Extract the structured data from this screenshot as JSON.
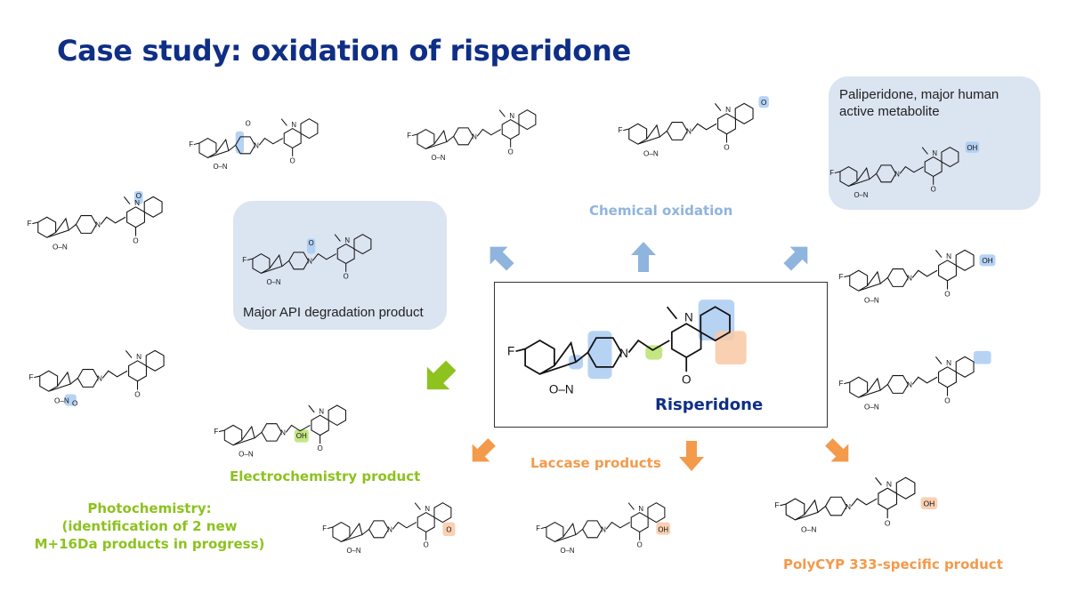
{
  "title": "Case study: oxidation of risperidone",
  "labels": {
    "chemical_oxidation": "Chemical oxidation",
    "laccase_products": "Laccase products",
    "electrochemistry_product": "Electrochemistry product",
    "photochemistry": [
      "Photochemistry:",
      "(identification of 2 new",
      "M+16Da products in progress)"
    ],
    "polycyp": "PolyCYP 333-specific product",
    "major_api": "Major API degradation product",
    "paliperidone": [
      "Paliperidone, major human",
      "active metabolite"
    ],
    "risperidone": "Risperidone"
  },
  "atoms": {
    "F": "F",
    "O": "O",
    "N": "N",
    "ON": "O–N",
    "OH": "OH"
  },
  "colors": {
    "title": "#0f2f86",
    "blue_highlight": "#a9cbf2",
    "orange_highlight": "#f9c8a6",
    "green_highlight": "#b9e26d",
    "panel": "#dbe4f1",
    "arrow_blue": "#8fb4de",
    "arrow_orange": "#f39a4b",
    "arrow_green": "#8dc21f"
  }
}
